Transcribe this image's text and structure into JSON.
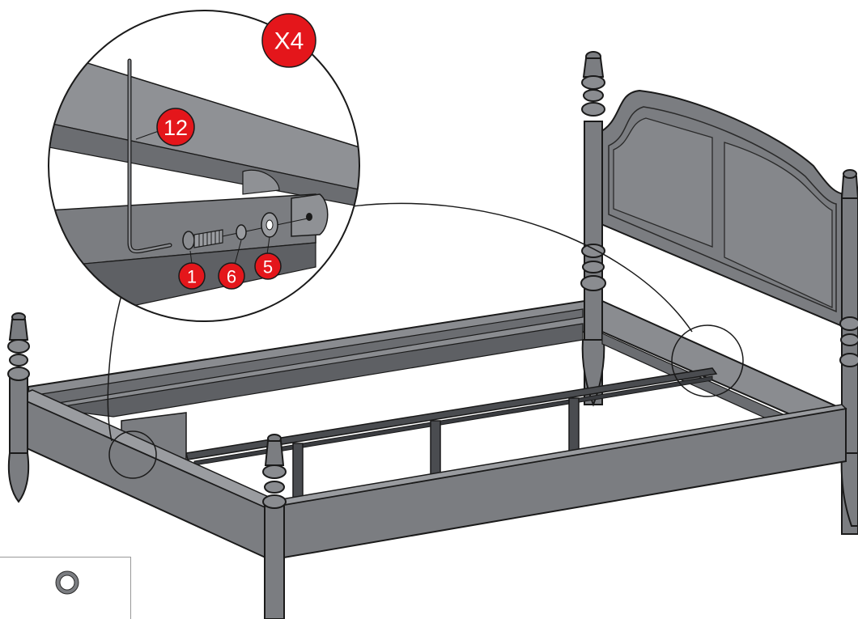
{
  "colors": {
    "callout_red": "#e4161b",
    "wood": "#7b7d81",
    "wood_dark": "#5a5c60",
    "wood_light": "#9a9ca0",
    "line": "#1a1a1a",
    "metal": "#4a4c50"
  },
  "callouts": {
    "quantity": "X4",
    "allen_key": "12",
    "bolt": "1",
    "lock_washer": "6",
    "flat_washer": "5"
  },
  "legend": {
    "icon": "ring-icon"
  }
}
